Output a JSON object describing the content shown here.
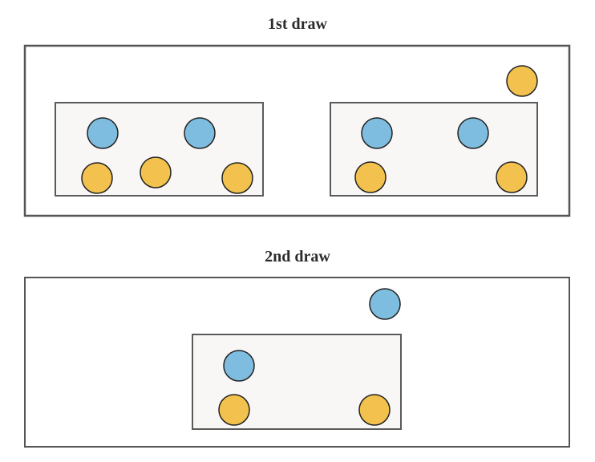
{
  "draws": [
    {
      "title": "1st draw",
      "boxes": [
        {
          "balls": [
            "blue",
            "blue",
            "yellow",
            "yellow",
            "yellow"
          ]
        },
        {
          "balls": [
            "blue",
            "blue",
            "yellow",
            "yellow"
          ]
        }
      ],
      "drawn_ball": "yellow"
    },
    {
      "title": "2nd draw",
      "boxes": [
        {
          "balls": [
            "blue",
            "yellow",
            "yellow"
          ]
        }
      ],
      "drawn_ball": "blue"
    }
  ],
  "colors": {
    "blue": "#7fbde0",
    "yellow": "#f2c14e",
    "ball_stroke": "#222222",
    "outer_frame": "#555555",
    "inner_box": "#5a5a5a",
    "inner_fill": "#f8f7f5"
  }
}
